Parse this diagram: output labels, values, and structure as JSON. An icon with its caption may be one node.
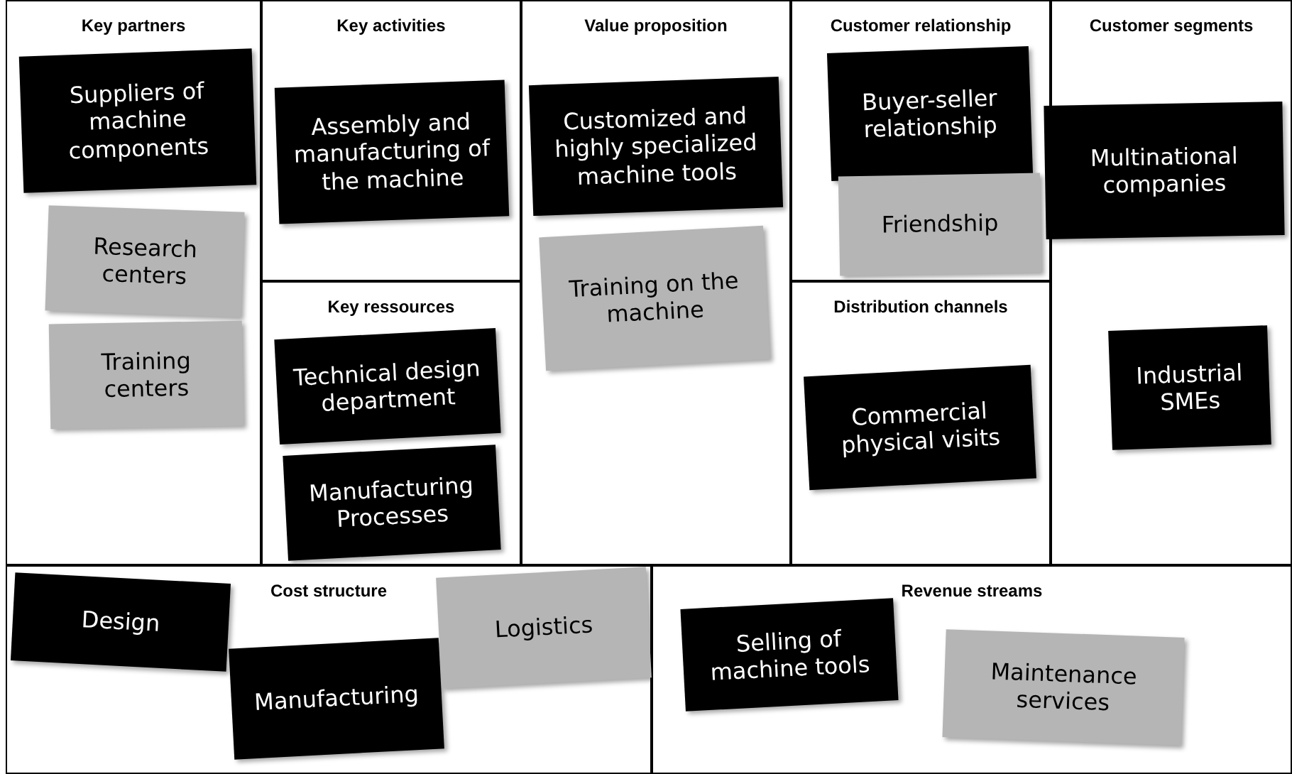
{
  "diagram": {
    "nodes": [
      {
        "text": [
          "Key partners"
        ]
      },
      {
        "text": [
          "Suppliers of machine components"
        ],
        "in": 0
      },
      {
        "text": [
          "Research centers"
        ],
        "in": 0
      },
      {
        "text": [
          "Training centers"
        ],
        "in": 0
      },
      {
        "text": [
          "Key activities"
        ]
      },
      {
        "text": [
          "Assembly and manufacturing of the machine"
        ],
        "in": 4
      },
      {
        "text": [
          "Key ressources"
        ]
      },
      {
        "text": [
          "Technical design department"
        ],
        "in": 6
      },
      {
        "text": [
          "Manufacturing Processes"
        ],
        "in": 6
      },
      {
        "text": [
          "Value proposition"
        ]
      },
      {
        "text": [
          "Customized and highly specialized machine tools"
        ],
        "in": 9
      },
      {
        "text": [
          "Training on the machine"
        ],
        "in": 9
      },
      {
        "text": [
          "Customer relationship"
        ]
      },
      {
        "text": [
          "Buyer-seller relationship"
        ],
        "in": 12
      },
      {
        "text": [
          "Friendship"
        ],
        "in": 12
      },
      {
        "text": [
          "Distribution channels"
        ]
      },
      {
        "text": [
          "Commercial physical visits"
        ],
        "in": 15
      },
      {
        "text": [
          "Customer segments"
        ]
      },
      {
        "text": [
          "Multinational companies"
        ],
        "in": 17
      },
      {
        "text": [
          "Industrial SMEs"
        ],
        "in": 17
      },
      {
        "text": [
          "Cost structure"
        ]
      },
      {
        "text": [
          "Design"
        ],
        "in": 20
      },
      {
        "text": [
          "Manufacturing"
        ],
        "in": 20
      },
      {
        "text": [
          "Logistics"
        ],
        "in": 20
      },
      {
        "text": [
          "Revenue streams"
        ]
      },
      {
        "text": [
          "Selling of machine tools"
        ],
        "in": 24
      },
      {
        "text": [
          "Maintenance services"
        ],
        "in": 24
      }
    ]
  }
}
